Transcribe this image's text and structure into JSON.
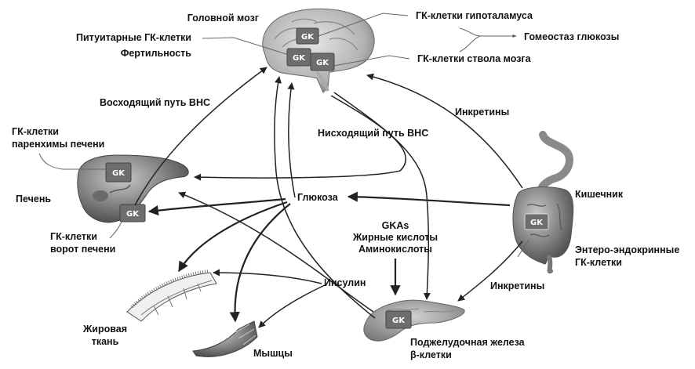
{
  "diagram": {
    "type": "physiology-flow",
    "topic": "Glucokinase (GK) role in glucose homeostasis across organs",
    "gk_label": "GK",
    "nodes": {
      "brain": {
        "label": "Головной мозг"
      },
      "pituitary": {
        "line1": "Питуитарные ГК-клетки",
        "line2": "Фертильность"
      },
      "hypothalamus": {
        "label": "ГК-клетки гипоталамуса"
      },
      "brainstem": {
        "label": "ГК-клетки ствола мозга"
      },
      "homeostasis": {
        "label": "Гомеостаз глюкозы"
      },
      "liver": {
        "label": "Печень"
      },
      "liver_parenchyma": {
        "line1": "ГК-клетки",
        "line2": "паренхимы печени"
      },
      "liver_portal": {
        "line1": "ГК-клетки",
        "line2": "ворот печени"
      },
      "glucose": {
        "label": "Глюкоза"
      },
      "intestine": {
        "label": "Кишечник"
      },
      "enteroendocrine": {
        "line1": "Энтеро-эндокринные",
        "line2": "ГК-клетки"
      },
      "activators": {
        "line1": "GKAs",
        "line2": "Жирные кислоты",
        "line3": "Аминокислоты"
      },
      "insulin": {
        "label": "Инсулин"
      },
      "adipose": {
        "line1": "Жировая",
        "line2": "ткань"
      },
      "muscle": {
        "label": "Мышцы"
      },
      "pancreas": {
        "line1": "Поджелудочная железа",
        "line2": "β-клетки"
      }
    },
    "pathways": {
      "ascending_ans": "Восходящий путь ВНС",
      "descending_ans": "Нисходящий путь ВНС",
      "incretins_top": "Инкретины",
      "incretins_bottom": "Инкретины"
    },
    "edges": [
      {
        "from": "liver",
        "to": "brain",
        "label": "Восходящий путь ВНС"
      },
      {
        "from": "brain",
        "to": "liver",
        "label": "Нисходящий путь ВНС"
      },
      {
        "from": "brain",
        "to": "pancreas",
        "label": "Нисходящий путь ВНС"
      },
      {
        "from": "intestine",
        "to": "brain",
        "label": "Инкретины"
      },
      {
        "from": "intestine",
        "to": "pancreas",
        "label": "Инкретины"
      },
      {
        "from": "intestine",
        "to": "glucose"
      },
      {
        "from": "glucose",
        "to": "liver"
      },
      {
        "from": "glucose",
        "to": "brain"
      },
      {
        "from": "glucose",
        "to": "adipose"
      },
      {
        "from": "glucose",
        "to": "muscle"
      },
      {
        "from": "activators",
        "to": "pancreas"
      },
      {
        "from": "pancreas",
        "to": "insulin"
      },
      {
        "from": "insulin",
        "to": "liver"
      },
      {
        "from": "insulin",
        "to": "adipose"
      },
      {
        "from": "insulin",
        "to": "muscle"
      },
      {
        "from": "insulin",
        "to": "brain"
      },
      {
        "from": "hypothalamus",
        "to": "homeostasis"
      },
      {
        "from": "brainstem",
        "to": "homeostasis"
      }
    ]
  }
}
